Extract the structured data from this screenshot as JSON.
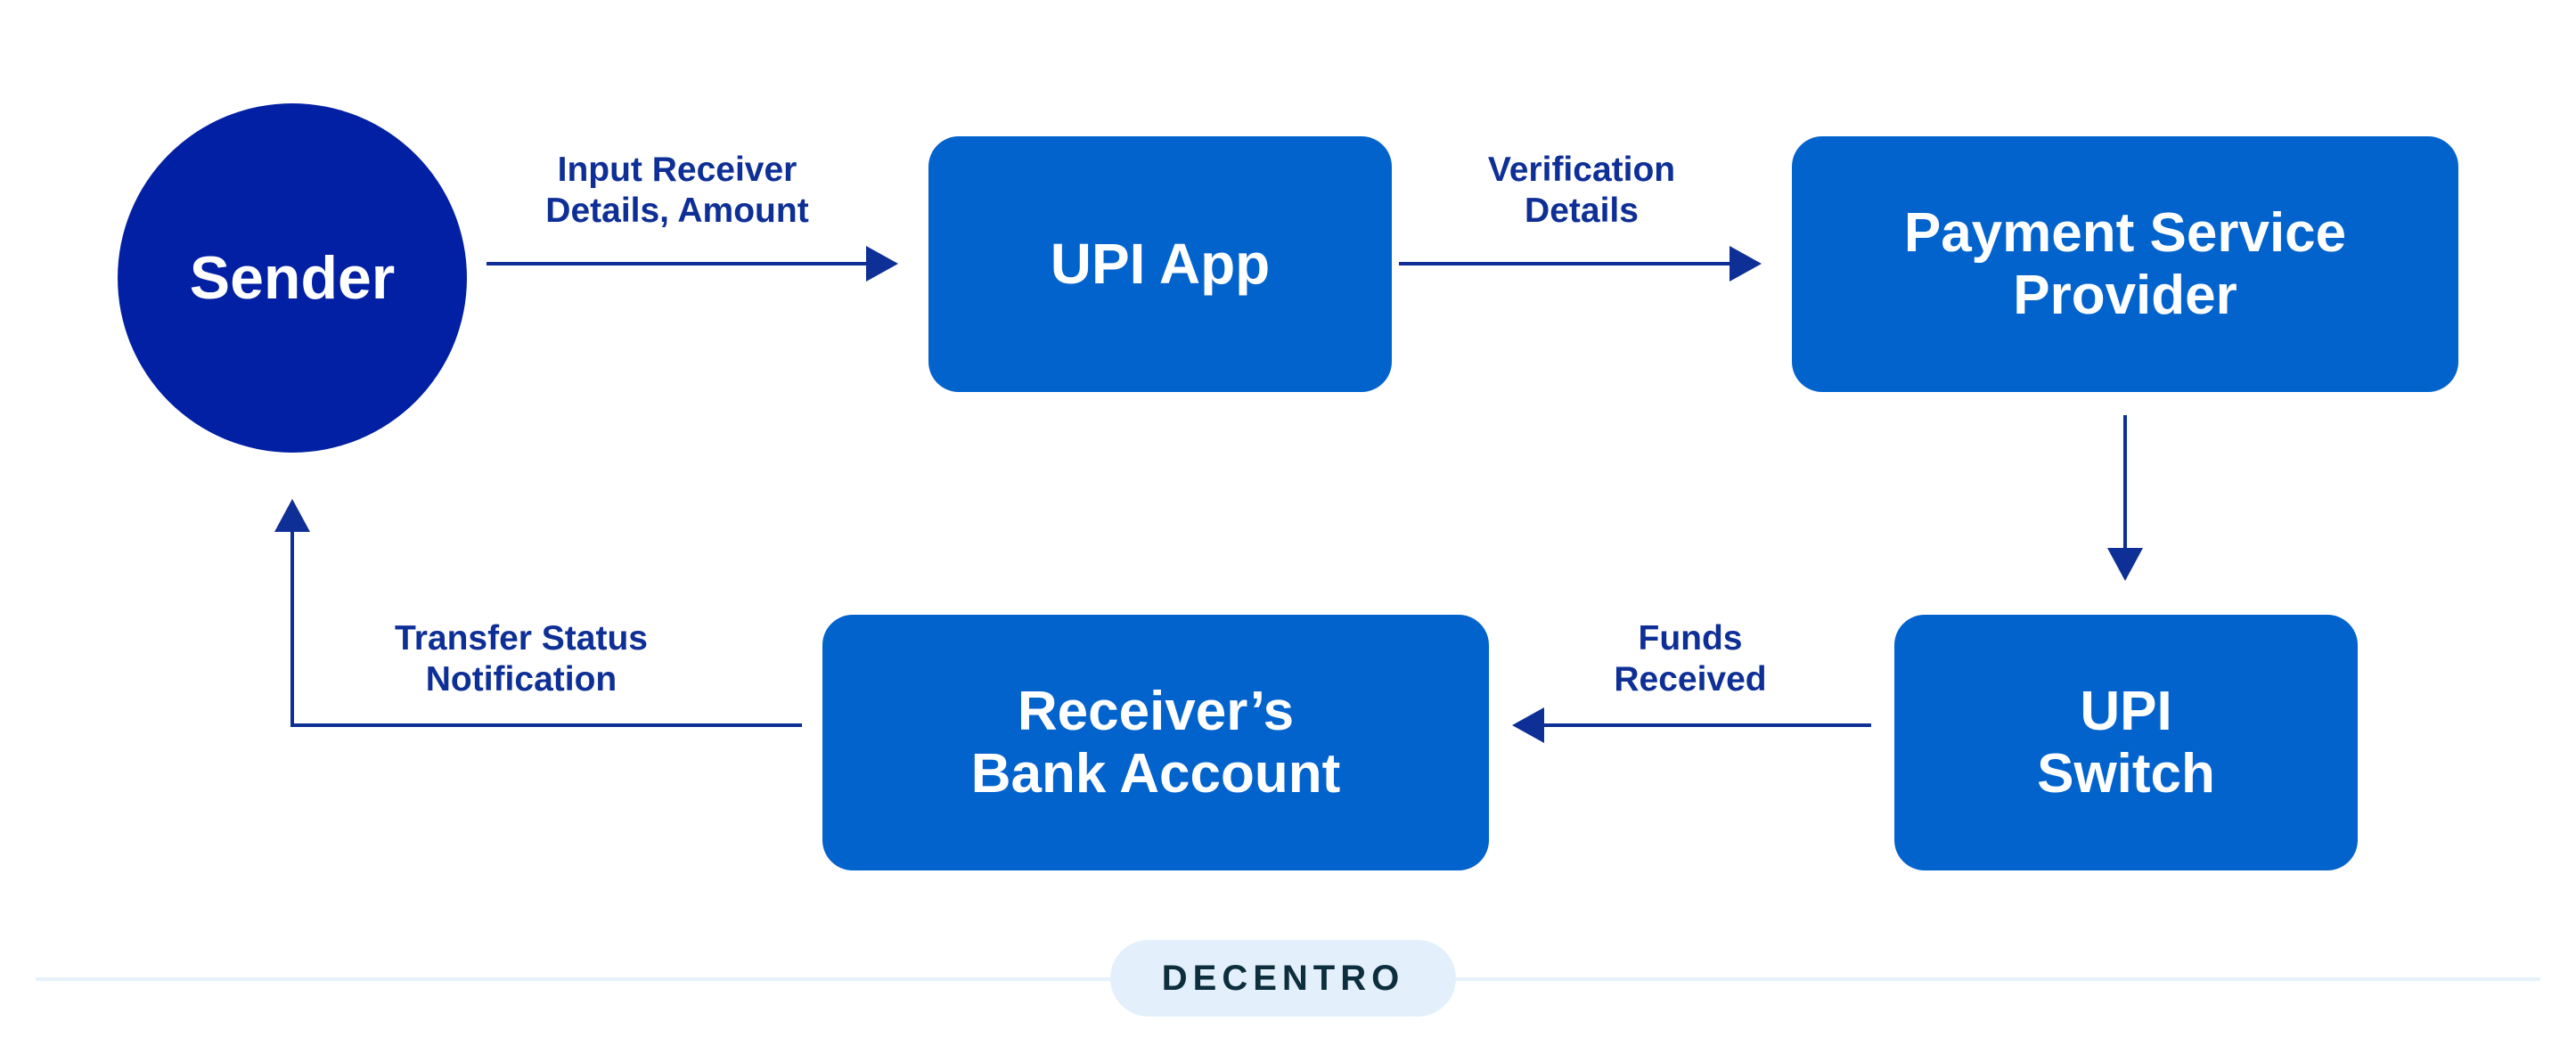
{
  "nodes": {
    "sender": "Sender",
    "upi_app": "UPI App",
    "psp": "Payment Service\nProvider",
    "upi_switch": "UPI\nSwitch",
    "receiver_bank": "Receiver’s\nBank Account"
  },
  "edge_labels": {
    "input": "Input Receiver\nDetails, Amount",
    "verification": "Verification\nDetails",
    "funds": "Funds\nReceived",
    "transfer": "Transfer Status\nNotification"
  },
  "brand": {
    "logo_text": "DECENTRO"
  },
  "colors": {
    "sender": "#0220a3",
    "node": "#0363cd",
    "arrow": "#0e2f96",
    "label": "#0e2f96"
  }
}
